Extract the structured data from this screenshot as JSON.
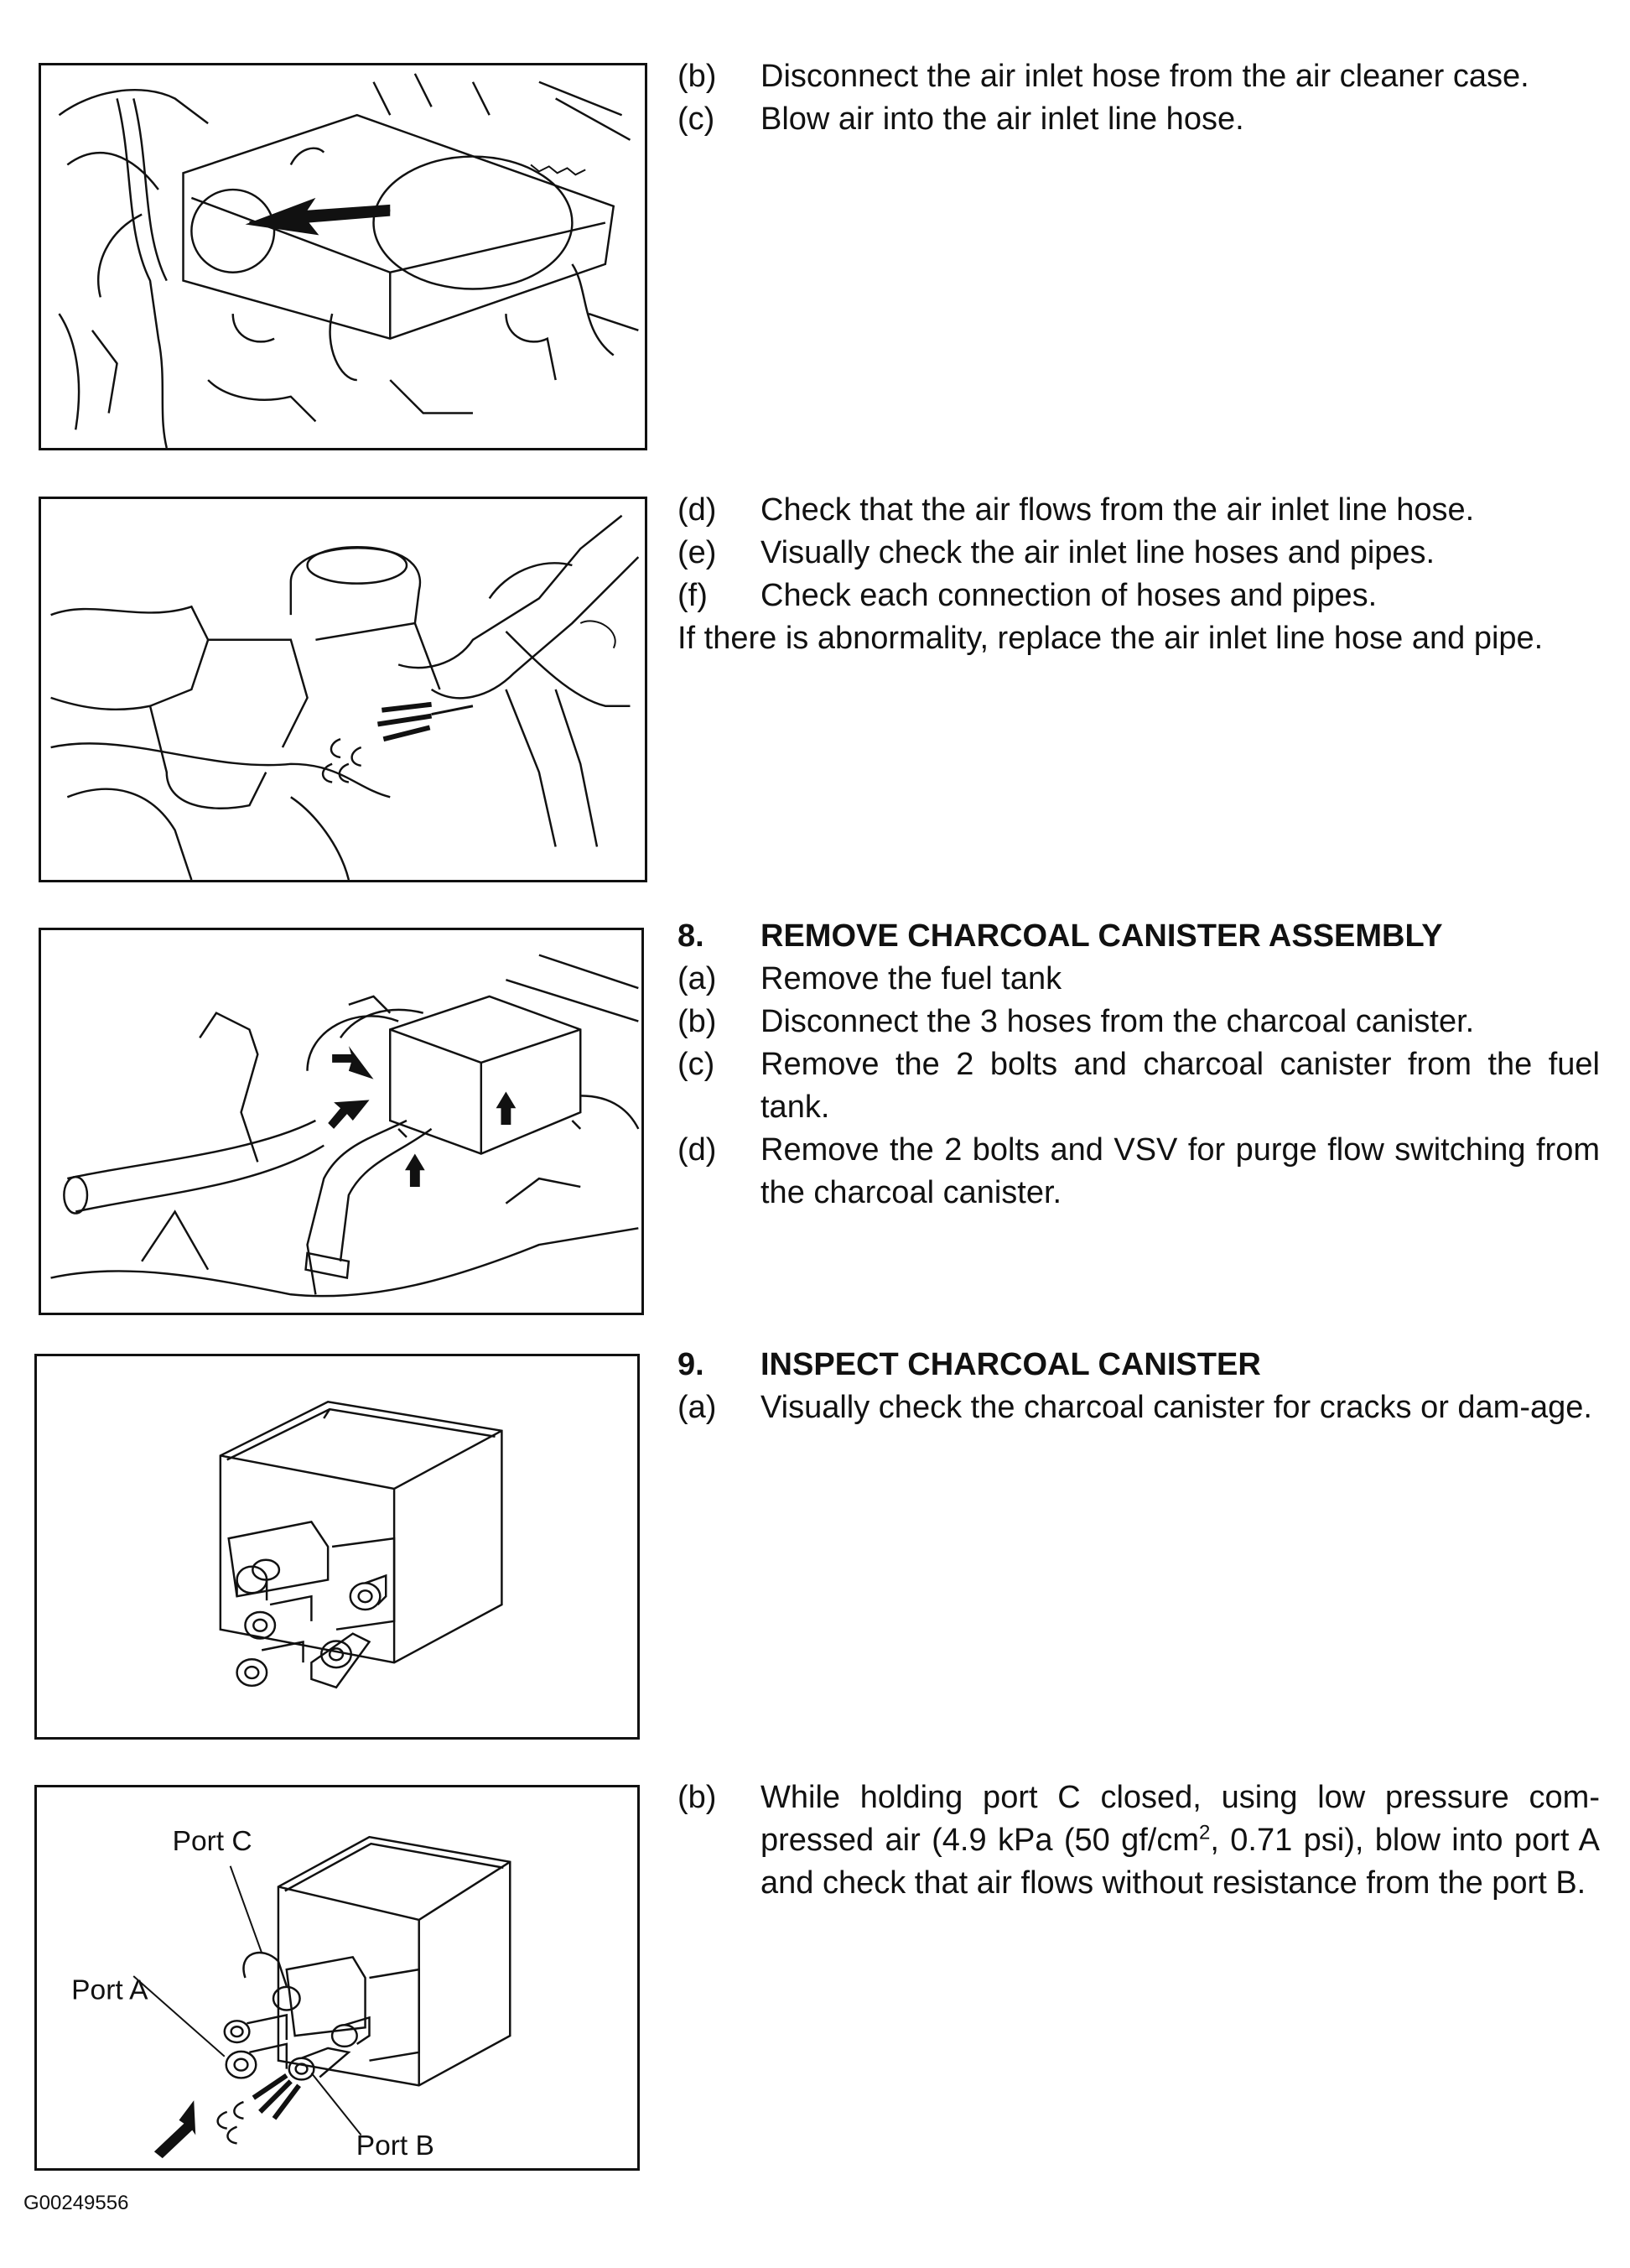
{
  "section1": {
    "steps": [
      {
        "label": "(b)",
        "text": "Disconnect the air inlet hose from the air cleaner case."
      },
      {
        "label": "(c)",
        "text": "Blow air into the air inlet line hose."
      }
    ]
  },
  "section2": {
    "steps": [
      {
        "label": "(d)",
        "text": "Check that the air flows from the air inlet line hose."
      },
      {
        "label": "(e)",
        "text": "Visually check the air inlet line hoses and pipes."
      },
      {
        "label": "(f)",
        "text": "Check each connection of hoses and pipes."
      }
    ],
    "note": "If there is abnormality, replace the air inlet line hose and pipe."
  },
  "section3": {
    "number": "8.",
    "heading": "REMOVE CHARCOAL CANISTER ASSEMBLY",
    "steps": [
      {
        "label": "(a)",
        "text": "Remove the fuel tank"
      },
      {
        "label": "(b)",
        "text": "Disconnect the 3 hoses from the charcoal canister."
      },
      {
        "label": "(c)",
        "text": "Remove the 2 bolts and charcoal canister from the fuel tank."
      },
      {
        "label": "(d)",
        "text": "Remove the 2 bolts and VSV for purge flow switching from the charcoal canister."
      }
    ]
  },
  "section4": {
    "number": "9.",
    "heading": "INSPECT CHARCOAL CANISTER",
    "steps": [
      {
        "label": "(a)",
        "text": "Visually check the charcoal canister for cracks or dam-age."
      }
    ]
  },
  "section5": {
    "steps": [
      {
        "label": "(b)",
        "text_before": "While holding port C closed, using low pressure com-pressed air (4.9 kPa (50 gf/cm",
        "superscript": "2",
        "text_after": ", 0.71 psi), blow into port A and check that air flows without resistance from the port B."
      }
    ]
  },
  "figure5": {
    "port_a": "Port A",
    "port_b": "Port B",
    "port_c": "Port C"
  },
  "figure_code": "G00249556"
}
